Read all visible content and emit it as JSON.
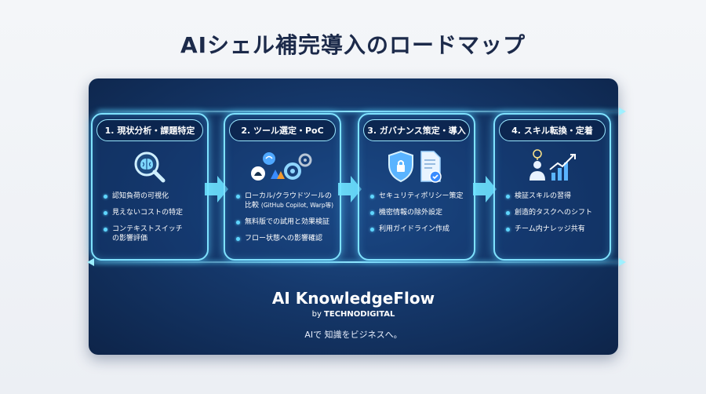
{
  "title": "AIシェル補完導入のロードマップ",
  "steps": [
    {
      "label": "1. 現状分析・課題特定",
      "icon": "brain-magnifier-icon",
      "items": [
        "認知負荷の可視化",
        "見えないコストの特定",
        "コンテキストスイッチ",
        "の影響評価"
      ]
    },
    {
      "label": "2. ツール選定・PoC",
      "icon": "tools-gears-icon",
      "items": [
        "ローカル/クラウドツールの",
        "比較",
        "(GitHub Copilot, Warp等)",
        "無料版での試用と効果検証",
        "フロー状態への影響確認"
      ]
    },
    {
      "label": "3. ガバナンス策定・導入",
      "icon": "shield-document-icon",
      "items": [
        "セキュリティポリシー策定",
        "機密情報の除外設定",
        "利用ガイドライン作成"
      ]
    },
    {
      "label": "4. スキル転換・定着",
      "icon": "person-growth-icon",
      "items": [
        "検証スキルの習得",
        "創造的タスクへのシフト",
        "チーム内ナレッジ共有"
      ]
    }
  ],
  "brand": {
    "name": "AI KnowledgeFlow",
    "by": "by",
    "company": "TECHNODIGITAL",
    "tagline": "AIで 知識をビジネスへ。"
  },
  "colors": {
    "accent": "#7fe2ff",
    "panel": "#15386b",
    "title": "#1c2a4a"
  }
}
